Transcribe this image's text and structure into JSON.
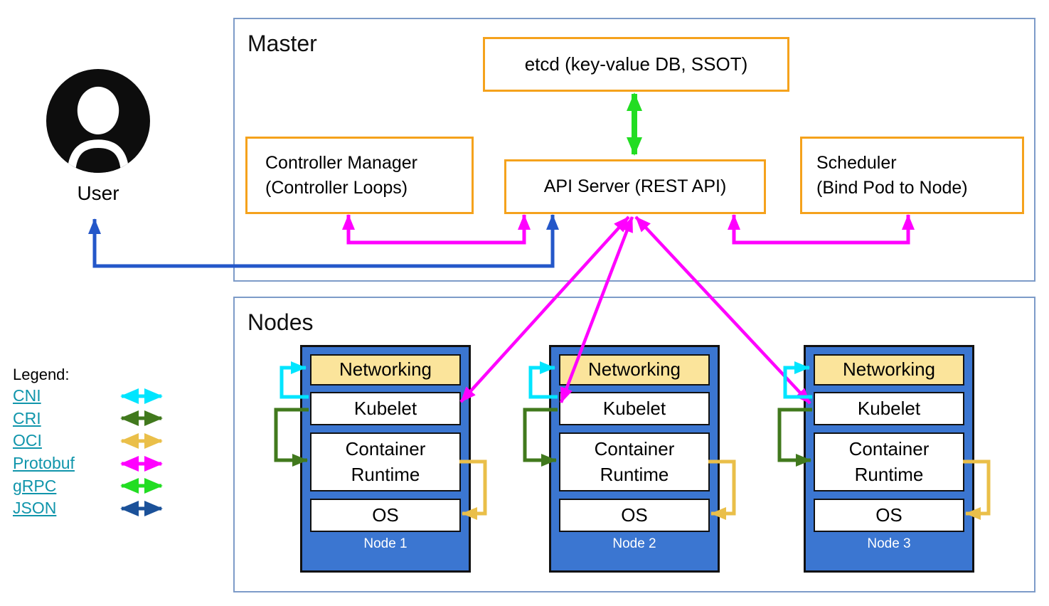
{
  "user": {
    "label": "User"
  },
  "master": {
    "title": "Master",
    "boxes": {
      "etcd": "etcd (key-value DB, SSOT)",
      "controller_manager": [
        "Controller Manager",
        "(Controller Loops)"
      ],
      "api_server": "API Server (REST API)",
      "scheduler": [
        "Scheduler",
        "(Bind Pod to Node)"
      ]
    }
  },
  "nodes_section": {
    "title": "Nodes",
    "layers": {
      "networking": "Networking",
      "kubelet": "Kubelet",
      "container_runtime": "Container Runtime",
      "os": "OS"
    },
    "nodes": [
      {
        "name": "Node 1"
      },
      {
        "name": "Node 2"
      },
      {
        "name": "Node 3"
      }
    ]
  },
  "legend": {
    "title": "Legend:",
    "items": [
      {
        "label": "CNI"
      },
      {
        "label": "CRI"
      },
      {
        "label": "OCI"
      },
      {
        "label": "Protobuf"
      },
      {
        "label": "gRPC"
      },
      {
        "label": "JSON"
      }
    ]
  },
  "colors": {
    "cni": "#00e5ff",
    "cri": "#41791d",
    "oci": "#eabf49",
    "protobuf": "#ff00ff",
    "grpc": "#22dd22",
    "json_legend": "#1b5199",
    "json_line": "#2457c9",
    "box_border": "#f5a21c",
    "container_border": "#7d9bc8",
    "node_fill": "#3b76d1",
    "networking_fill": "#fbe49b",
    "legend_link": "#1095ab"
  }
}
